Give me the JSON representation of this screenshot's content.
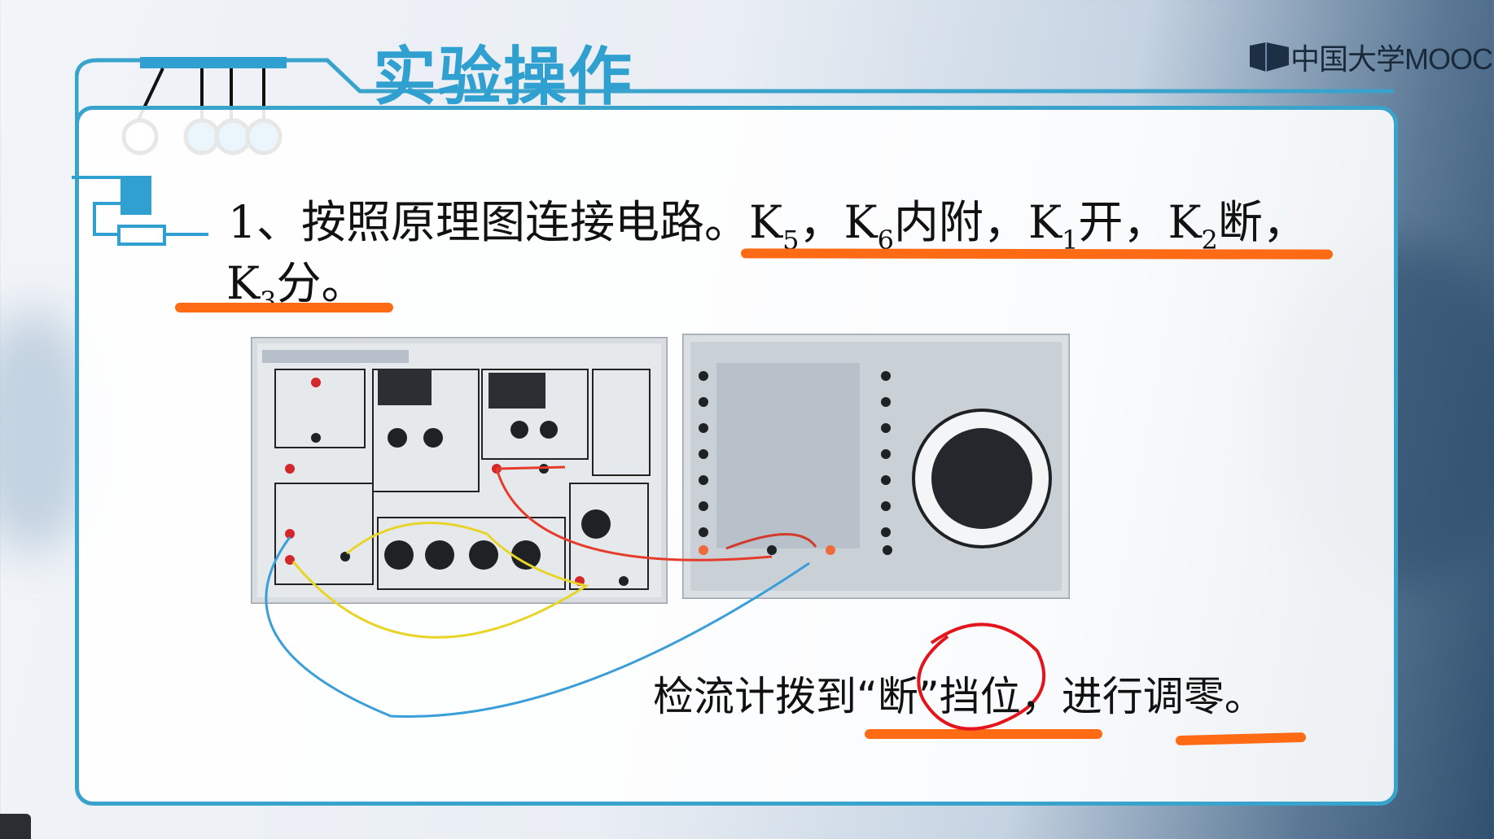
{
  "slide": {
    "title": "实验操作",
    "logo_text": "中国大学MOOC",
    "step": {
      "lead": "1、按照原理图连接电路。",
      "k5": "K",
      "k5_sub": "5",
      "sep1": "，",
      "k6": "K",
      "k6_sub": "6",
      "k6_state": "内附",
      "sep2": "，",
      "k1": "K",
      "k1_sub": "1",
      "k1_state": "开",
      "sep3": "，",
      "k2": "K",
      "k2_sub": "2",
      "k2_state": "断",
      "sep4": "，",
      "k3": "K",
      "k3_sub": "3",
      "k3_state": "分。"
    },
    "note": "检流计拨到“断”挡位，进行调零。",
    "colors": {
      "accent": "#3aa3cc",
      "underline": "#ff6a14",
      "circle_mark": "#e4141d"
    },
    "icons": [
      "newtons-cradle-icon",
      "circuit-corner-icon",
      "mooc-logo-icon"
    ]
  }
}
